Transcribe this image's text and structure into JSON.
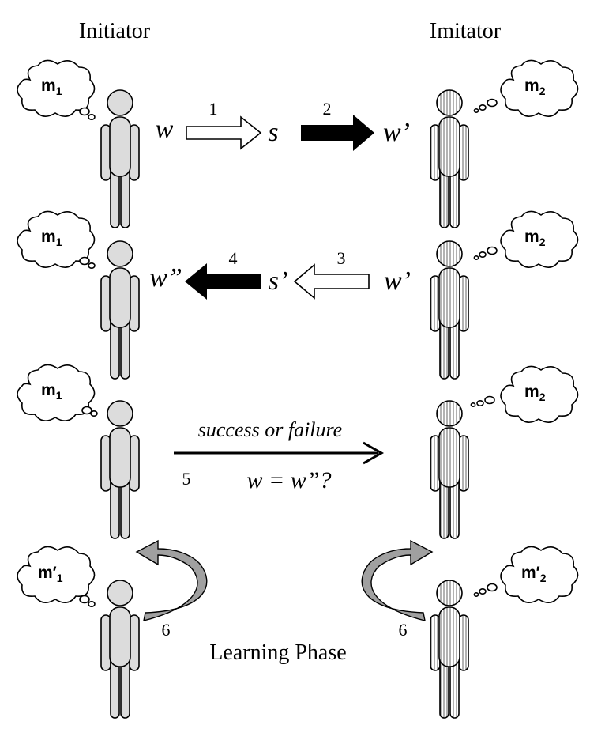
{
  "headers": {
    "initiator": "Initiator",
    "imitator": "Imitator"
  },
  "row1": {
    "step1": "1",
    "step2": "2",
    "word_left": "w",
    "signal": "s",
    "word_right": "w’"
  },
  "row2": {
    "step3": "3",
    "step4": "4",
    "word_left": "w”",
    "signal": "s’",
    "word_right": "w’"
  },
  "row3": {
    "step5": "5",
    "feedback": "success or failure",
    "question": "w = w”?"
  },
  "row4": {
    "step6_left": "6",
    "step6_right": "6",
    "phase": "Learning Phase"
  },
  "thoughts": {
    "initiator_base": "m",
    "initiator_sub": "1",
    "imitator_base": "m",
    "imitator_sub": "2",
    "initiator_updated_base": "m′",
    "initiator_updated_sub": "1",
    "imitator_updated_base": "m′",
    "imitator_updated_sub": "2"
  },
  "colors": {
    "figure_fill": "#dcdcdc",
    "arrow_black": "#000000",
    "arrow_white": "#ffffff",
    "curved_arrow": "#a0a0a0"
  }
}
